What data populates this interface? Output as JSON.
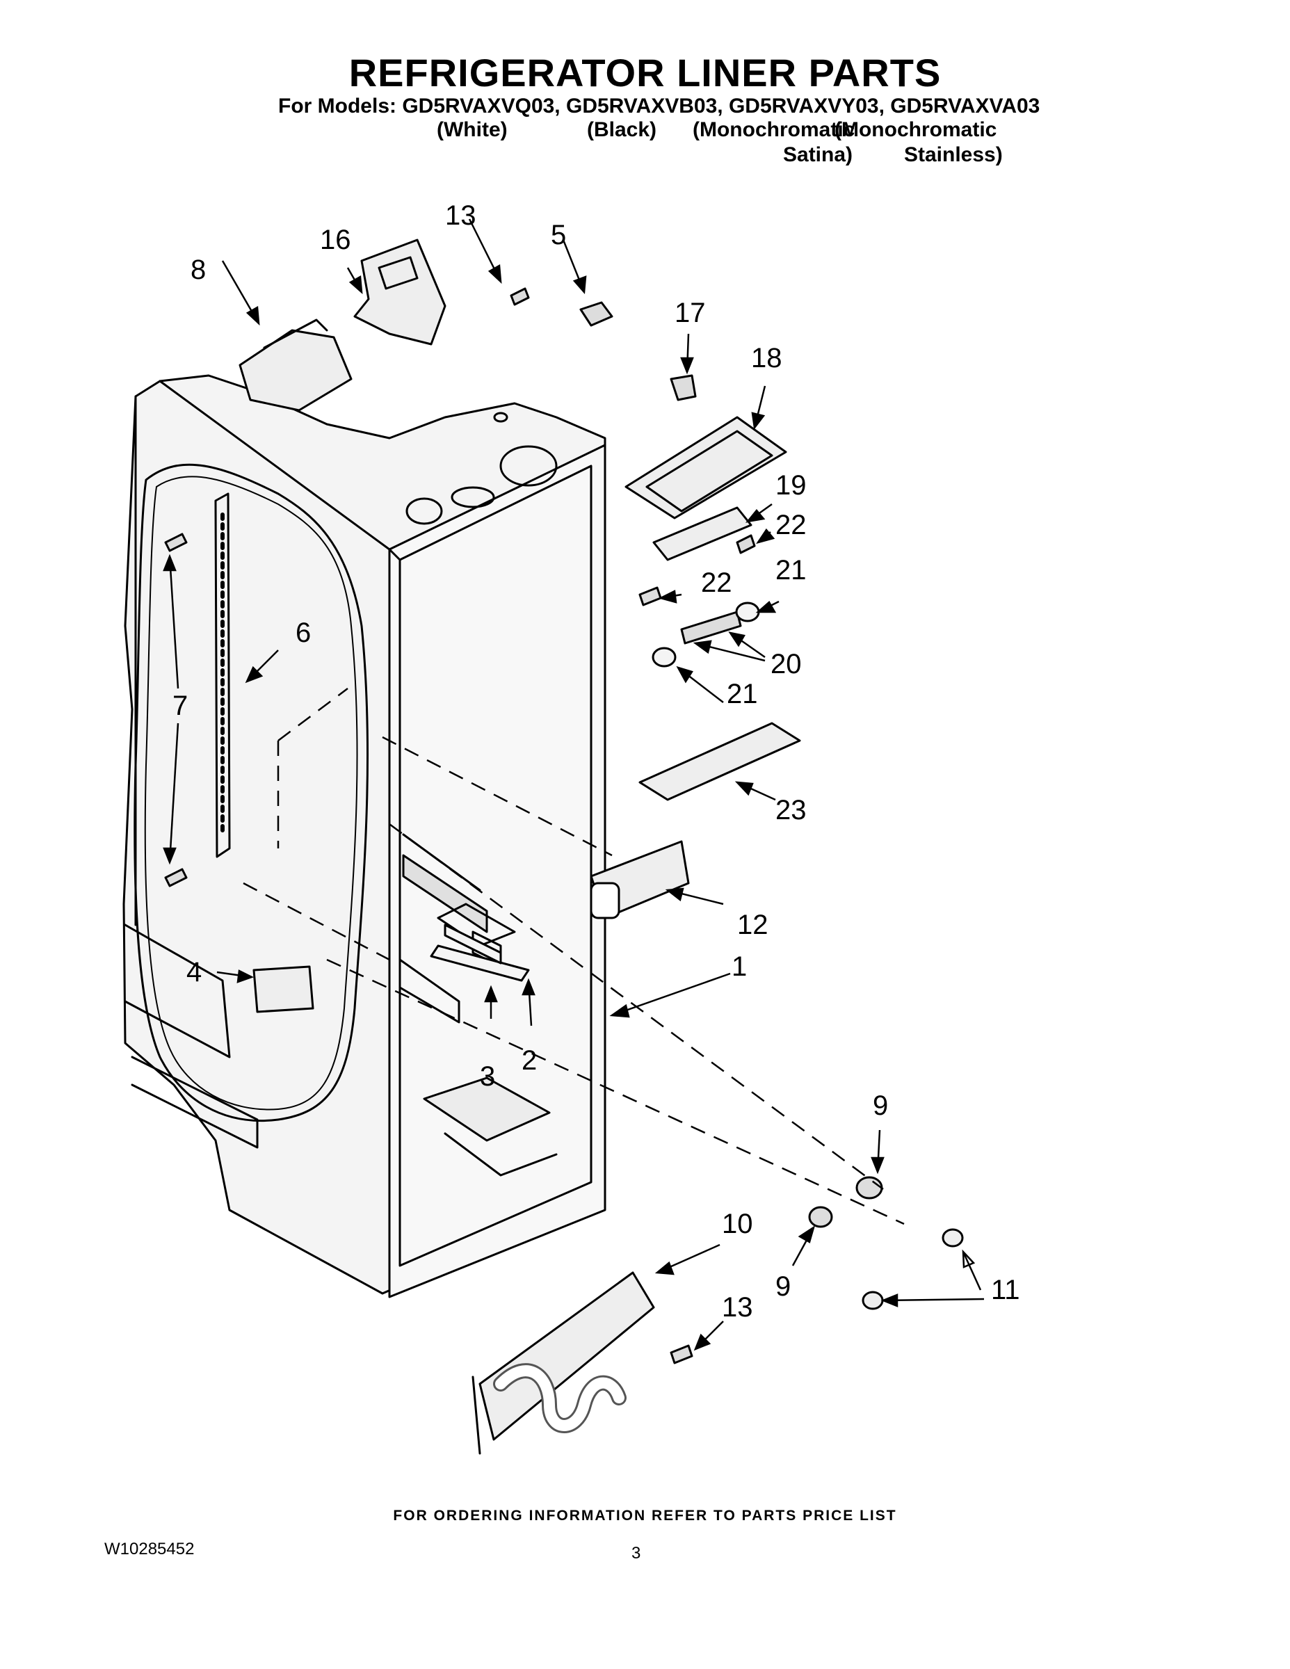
{
  "header": {
    "title": "REFRIGERATOR LINER PARTS",
    "models_line": "For Models: GD5RVAXVQ03, GD5RVAXVB03, GD5RVAXVY03, GD5RVAXVA03",
    "model_notes": {
      "white": "(White)",
      "black": "(Black)",
      "mono_satina_1": "(Monochromatic",
      "mono_satina_2": "Satina)",
      "mono_stainless_1": "(Monochromatic",
      "mono_stainless_2": "Stainless)"
    }
  },
  "callouts": {
    "c1": "1",
    "c2": "2",
    "c3": "3",
    "c4": "4",
    "c5": "5",
    "c6": "6",
    "c7": "7",
    "c8": "8",
    "c9a": "9",
    "c9b": "9",
    "c10": "10",
    "c11": "11",
    "c12": "12",
    "c13a": "13",
    "c13b": "13",
    "c16": "16",
    "c17": "17",
    "c18": "18",
    "c19": "19",
    "c20": "20",
    "c21a": "21",
    "c21b": "21",
    "c22a": "22",
    "c22b": "22",
    "c23": "23"
  },
  "footer": {
    "ordering_note": "FOR ORDERING INFORMATION REFER TO PARTS PRICE LIST",
    "document_number": "W10285452",
    "page_number": "3"
  }
}
